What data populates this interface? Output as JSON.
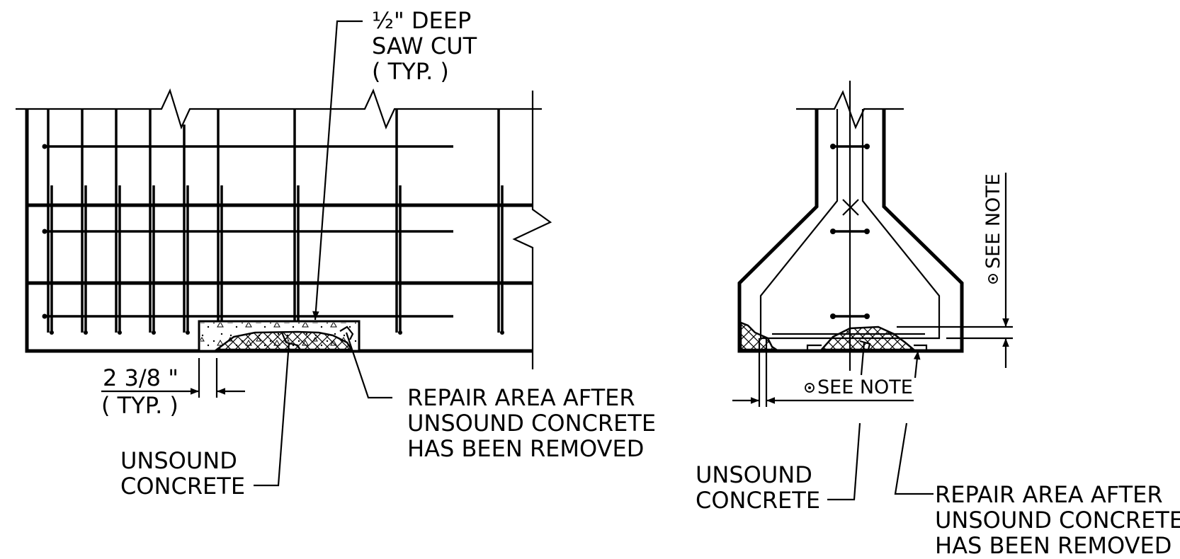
{
  "left_detail": {
    "saw_cut_label": [
      "½\" DEEP",
      "SAW CUT",
      "( TYP. )"
    ],
    "dimension_label": [
      "2 3/8 \"",
      "( TYP. )"
    ],
    "repair_label": [
      "REPAIR AREA AFTER",
      "UNSOUND CONCRETE",
      "HAS BEEN REMOVED"
    ],
    "unsound_label": [
      "UNSOUND",
      "CONCRETE"
    ]
  },
  "right_detail": {
    "see_note_vertical": "SEE NOTE",
    "see_note_horizontal": "SEE NOTE",
    "unsound_label": [
      "UNSOUND",
      "CONCRETE"
    ],
    "repair_label": [
      "REPAIR AREA AFTER",
      "UNSOUND CONCRETE",
      "HAS BEEN REMOVED"
    ]
  }
}
